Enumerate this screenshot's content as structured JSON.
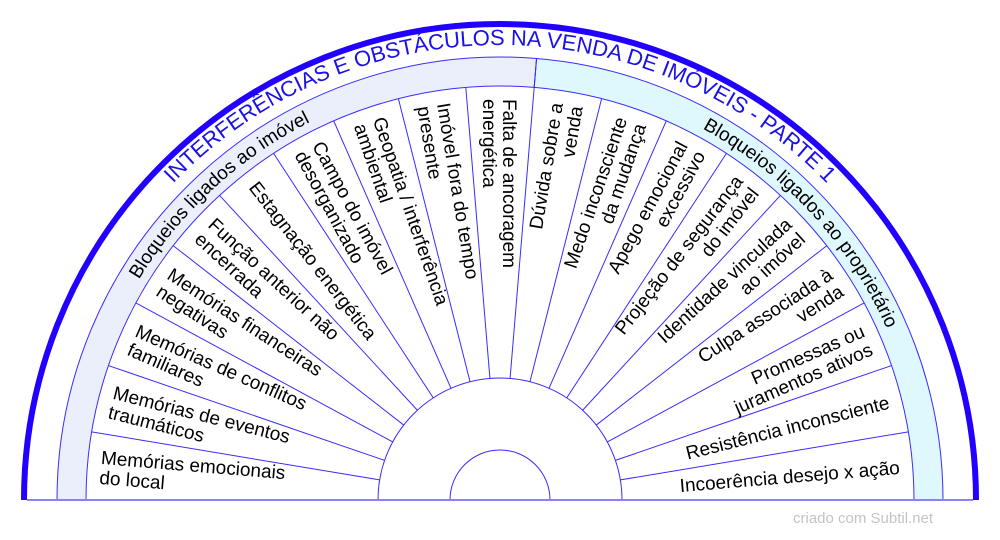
{
  "title": "INTERFERÊNCIAS E OBSTÁCULOS NA VENDA DE IMÓVEIS - PARTE 1",
  "bands": [
    {
      "label": "Bloqueios ligados ao imóvel",
      "color": "#ebeffc",
      "sector_count": 10
    },
    {
      "label": "Bloqueios ligados ao proprietário",
      "color": "#dff8fd",
      "sector_count": 9
    }
  ],
  "sectors": [
    {
      "lines": [
        "Memórias emocionais",
        "do local"
      ]
    },
    {
      "lines": [
        "Memórias de eventos",
        "traumáticos"
      ]
    },
    {
      "lines": [
        "Memórias de conflitos",
        "familiares"
      ]
    },
    {
      "lines": [
        "Memórias financeiras",
        "negativas"
      ]
    },
    {
      "lines": [
        "Função anterior não",
        "encerrada"
      ]
    },
    {
      "lines": [
        "Estagnação energética"
      ]
    },
    {
      "lines": [
        "Campo do imóvel",
        "desorganizado"
      ]
    },
    {
      "lines": [
        "Geopatia / interferência",
        "ambiental"
      ]
    },
    {
      "lines": [
        "Imóvel fora do tempo",
        "presente"
      ]
    },
    {
      "lines": [
        "Falta de ancoragem",
        "energética"
      ]
    },
    {
      "lines": [
        "Dúvida sobre a",
        "venda"
      ]
    },
    {
      "lines": [
        "Medo inconsciente",
        "da mudança"
      ]
    },
    {
      "lines": [
        "Apego emocional",
        "excessivo"
      ]
    },
    {
      "lines": [
        "Projeção de segurança",
        "do imóvel"
      ]
    },
    {
      "lines": [
        "Identidade vinculada",
        "ao imóvel"
      ]
    },
    {
      "lines": [
        "Culpa associada à",
        "venda"
      ]
    },
    {
      "lines": [
        "Promessas ou",
        "juramentos ativos"
      ]
    },
    {
      "lines": [
        "Resistência inconsciente"
      ]
    },
    {
      "lines": [
        "Incoerência desejo x ação"
      ]
    }
  ],
  "colors": {
    "outer_arc": "#2200ff",
    "lines": "#3a2bff",
    "title": "#1a10e8"
  },
  "watermark": "criado com Subtil.net"
}
